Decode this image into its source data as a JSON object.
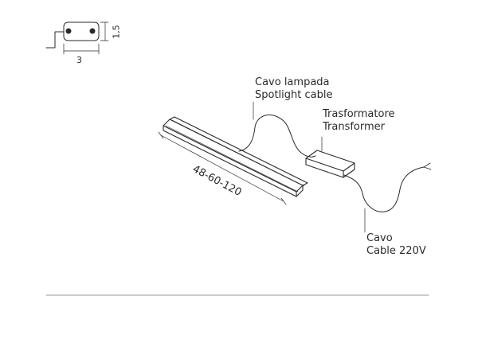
{
  "profile_detail": {
    "height_label": "1,5",
    "width_label": "3"
  },
  "labels": {
    "spotlight_cable_it": "Cavo lampada",
    "spotlight_cable_en": "Spotlight cable",
    "transformer_it": "Trasformatore",
    "transformer_en": "Transformer",
    "mains_cable_it": "Cavo",
    "mains_cable_en": "Cable 220V"
  },
  "fixture_length_label": "48-60-120",
  "colors": {
    "line": "#2a2a2a",
    "rule": "#9a9a9a"
  }
}
